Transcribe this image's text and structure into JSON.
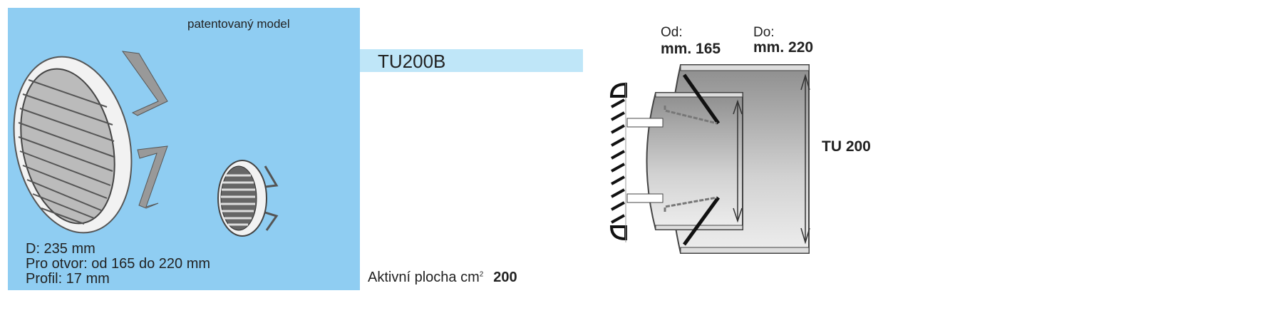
{
  "product": {
    "patent_note": "patentovaný model",
    "model": "TU200B",
    "specs": [
      "D: 235 mm",
      "Pro otvor: od  165 do 220 mm",
      "Profil:  17 mm"
    ],
    "active_area_label": "Aktivní plocha  cm",
    "active_area_unit_sup": "2",
    "active_area_value": "200"
  },
  "diagram": {
    "from_label": "Od:",
    "from_value": "mm. 165",
    "to_label": "Do:",
    "to_value": "mm. 220",
    "pipe_label": "TU 200"
  },
  "colors": {
    "panel": "#8fcdf2",
    "model_bar": "#bfe6f8"
  }
}
